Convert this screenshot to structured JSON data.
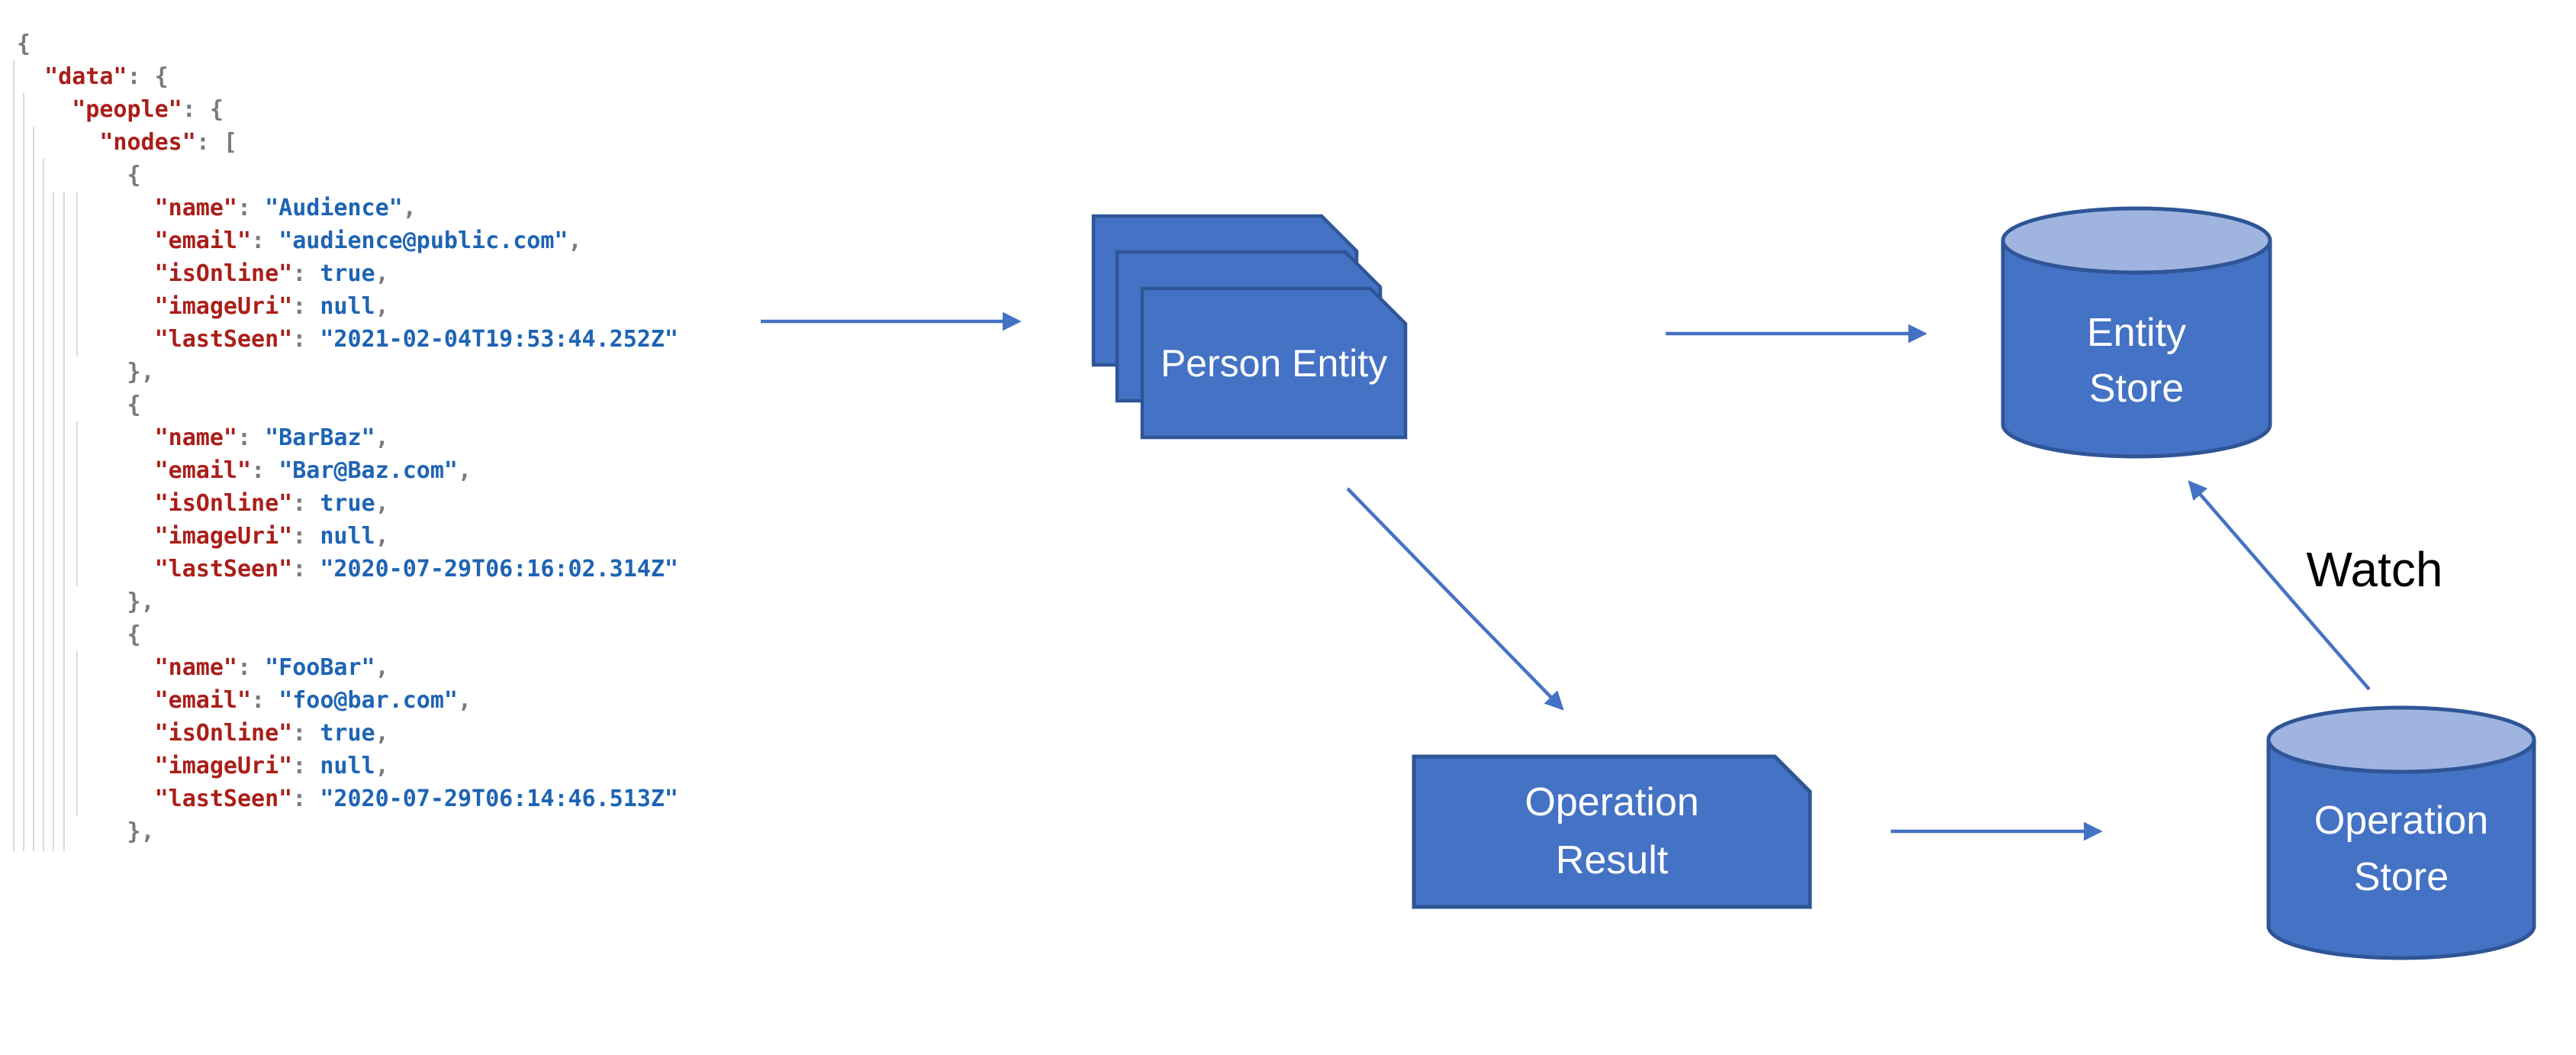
{
  "code": {
    "language": "json",
    "key_color": "#AA1E19",
    "value_color": "#1E64B4",
    "punct_color": "#7A7A7A",
    "indent_guide_color": "#D9D9D9",
    "lines": [
      [
        [
          "p",
          "{"
        ]
      ],
      [
        [
          "p",
          "  "
        ],
        [
          "k",
          "\"data\""
        ],
        [
          "p",
          ": {"
        ]
      ],
      [
        [
          "p",
          "    "
        ],
        [
          "k",
          "\"people\""
        ],
        [
          "p",
          ": {"
        ]
      ],
      [
        [
          "p",
          "      "
        ],
        [
          "k",
          "\"nodes\""
        ],
        [
          "p",
          ": ["
        ]
      ],
      [
        [
          "p",
          "        {"
        ]
      ],
      [
        [
          "p",
          "          "
        ],
        [
          "k",
          "\"name\""
        ],
        [
          "p",
          ": "
        ],
        [
          "v",
          "\"Audience\""
        ],
        [
          "p",
          ","
        ]
      ],
      [
        [
          "p",
          "          "
        ],
        [
          "k",
          "\"email\""
        ],
        [
          "p",
          ": "
        ],
        [
          "v",
          "\"audience@public.com\""
        ],
        [
          "p",
          ","
        ]
      ],
      [
        [
          "p",
          "          "
        ],
        [
          "k",
          "\"isOnline\""
        ],
        [
          "p",
          ": "
        ],
        [
          "v",
          "true"
        ],
        [
          "p",
          ","
        ]
      ],
      [
        [
          "p",
          "          "
        ],
        [
          "k",
          "\"imageUri\""
        ],
        [
          "p",
          ": "
        ],
        [
          "v",
          "null"
        ],
        [
          "p",
          ","
        ]
      ],
      [
        [
          "p",
          "          "
        ],
        [
          "k",
          "\"lastSeen\""
        ],
        [
          "p",
          ": "
        ],
        [
          "v",
          "\"2021-02-04T19:53:44.252Z\""
        ]
      ],
      [
        [
          "p",
          "        },"
        ]
      ],
      [
        [
          "p",
          "        {"
        ]
      ],
      [
        [
          "p",
          "          "
        ],
        [
          "k",
          "\"name\""
        ],
        [
          "p",
          ": "
        ],
        [
          "v",
          "\"BarBaz\""
        ],
        [
          "p",
          ","
        ]
      ],
      [
        [
          "p",
          "          "
        ],
        [
          "k",
          "\"email\""
        ],
        [
          "p",
          ": "
        ],
        [
          "v",
          "\"Bar@Baz.com\""
        ],
        [
          "p",
          ","
        ]
      ],
      [
        [
          "p",
          "          "
        ],
        [
          "k",
          "\"isOnline\""
        ],
        [
          "p",
          ": "
        ],
        [
          "v",
          "true"
        ],
        [
          "p",
          ","
        ]
      ],
      [
        [
          "p",
          "          "
        ],
        [
          "k",
          "\"imageUri\""
        ],
        [
          "p",
          ": "
        ],
        [
          "v",
          "null"
        ],
        [
          "p",
          ","
        ]
      ],
      [
        [
          "p",
          "          "
        ],
        [
          "k",
          "\"lastSeen\""
        ],
        [
          "p",
          ": "
        ],
        [
          "v",
          "\"2020-07-29T06:16:02.314Z\""
        ]
      ],
      [
        [
          "p",
          "        },"
        ]
      ],
      [
        [
          "p",
          "        {"
        ]
      ],
      [
        [
          "p",
          "          "
        ],
        [
          "k",
          "\"name\""
        ],
        [
          "p",
          ": "
        ],
        [
          "v",
          "\"FooBar\""
        ],
        [
          "p",
          ","
        ]
      ],
      [
        [
          "p",
          "          "
        ],
        [
          "k",
          "\"email\""
        ],
        [
          "p",
          ": "
        ],
        [
          "v",
          "\"foo@bar.com\""
        ],
        [
          "p",
          ","
        ]
      ],
      [
        [
          "p",
          "          "
        ],
        [
          "k",
          "\"isOnline\""
        ],
        [
          "p",
          ": "
        ],
        [
          "v",
          "true"
        ],
        [
          "p",
          ","
        ]
      ],
      [
        [
          "p",
          "          "
        ],
        [
          "k",
          "\"imageUri\""
        ],
        [
          "p",
          ": "
        ],
        [
          "v",
          "null"
        ],
        [
          "p",
          ","
        ]
      ],
      [
        [
          "p",
          "          "
        ],
        [
          "k",
          "\"lastSeen\""
        ],
        [
          "p",
          ": "
        ],
        [
          "v",
          "\"2020-07-29T06:14:46.513Z\""
        ]
      ],
      [
        [
          "p",
          "        },"
        ]
      ]
    ]
  },
  "diagram": {
    "person_entity": {
      "label": "Person Entity",
      "stack_count": 3
    },
    "entity_store": {
      "lines": [
        "Entity",
        "Store"
      ]
    },
    "operation_result": {
      "lines": [
        "Operation",
        "Result"
      ]
    },
    "operation_store": {
      "lines": [
        "Operation",
        "Store"
      ]
    },
    "watch_label": "Watch"
  },
  "colors": {
    "shape_fill": "#4472C4",
    "shape_border": "#2F5597",
    "cylinder_top_fill": "#9FB4E0",
    "arrow": "#4472C4",
    "watch_text": "#000000"
  }
}
